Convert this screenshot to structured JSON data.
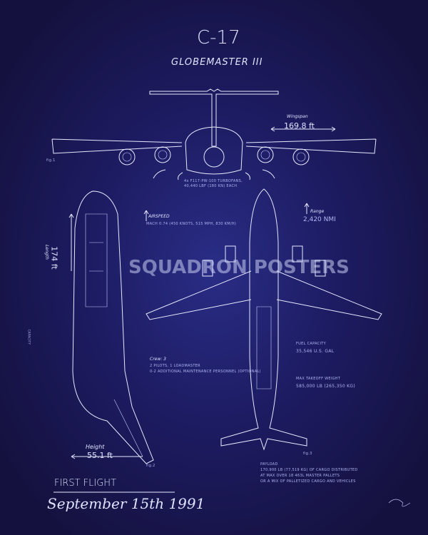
{
  "title": "C-17",
  "subtitle": "GLOBEMASTER III",
  "wingspan": {
    "label": "Wingspan",
    "value": "169.8 ft"
  },
  "engines": {
    "line1": "4x F117-PW-100 TURBOFANS,",
    "line2": "40,440 LBF (180 KN) EACH"
  },
  "airspeed": {
    "label": "AIRSPEED",
    "value": "MACH 0.74 (450 KNOTS, 515 MPH, 830 KM/H)"
  },
  "range": {
    "label": "Range",
    "value": "2,420 NMI"
  },
  "length": {
    "label": "Length",
    "value": "174 ft"
  },
  "crew": {
    "label": "Crew: 3",
    "line1": "2 PILOTS, 1 LOADMASTER",
    "line2": "0-2 ADDITIONAL MAINTENANCE PERSONNEL (OPTIONAL)"
  },
  "fuel": {
    "label": "FUEL CAPACITY",
    "value": "35,546 U.S. GAL"
  },
  "mtow": {
    "label": "MAX TAKEOFF WEIGHT",
    "value": "585,000 LB (265,350 KG)"
  },
  "height": {
    "label": "Height",
    "value": "55.1 ft"
  },
  "payload": {
    "label": "PAYLOAD",
    "line1": "170,900 LB (77,519 KG) OF CARGO DISTRIBUTED",
    "line2": "AT MAX OVER 18 463L MASTER PALLETS",
    "line3": "OR A MIX OF PALLETIZED CARGO AND VEHICLES"
  },
  "capacity": {
    "label": "CAPACITY"
  },
  "first_flight": {
    "label": "FIRST FLIGHT",
    "date": "September 15th 1991"
  },
  "figs": {
    "f1": "fig.1",
    "f2": "fig.2",
    "f3": "fig.3"
  },
  "watermark": "SQUADRON POSTERS"
}
